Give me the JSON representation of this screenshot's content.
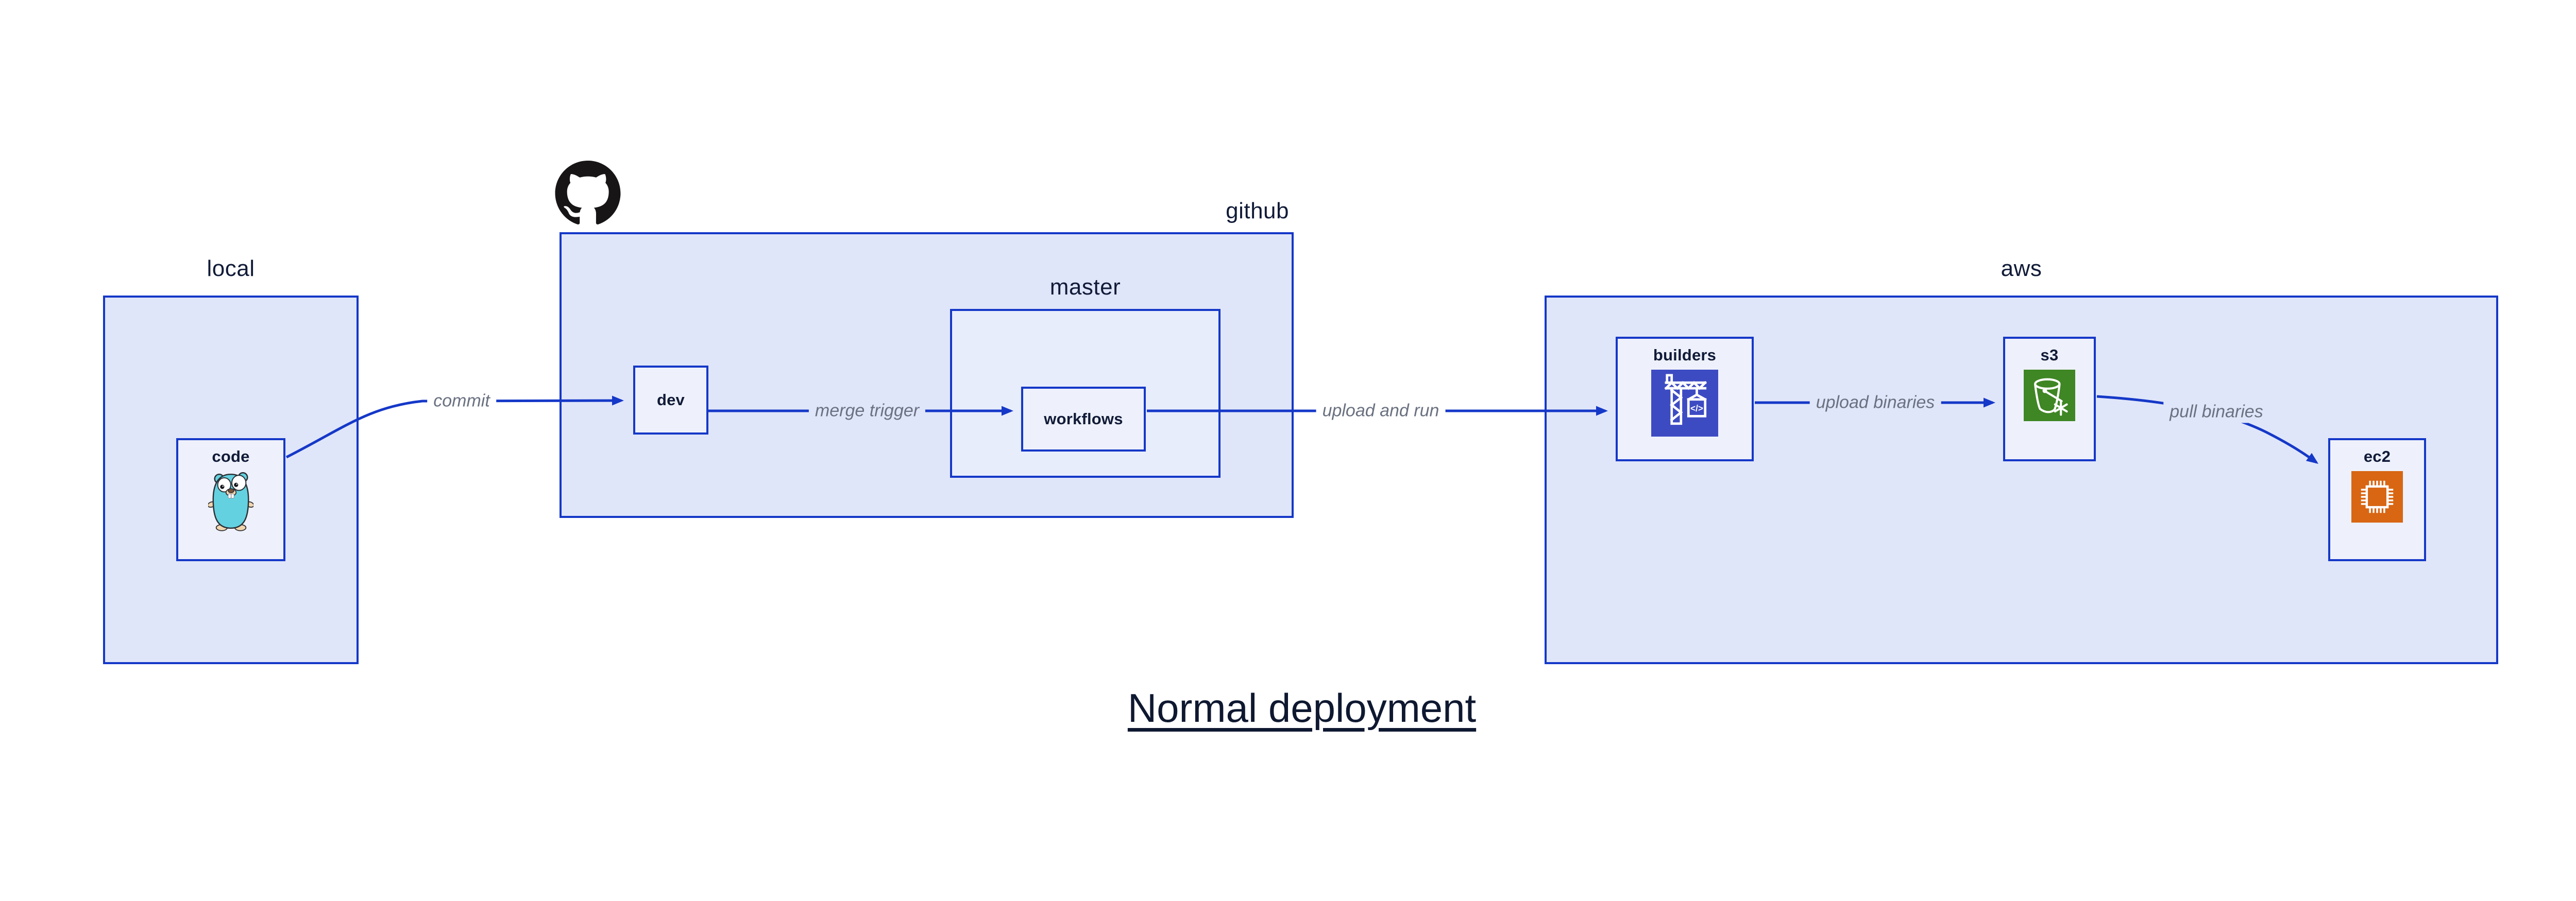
{
  "diagram": {
    "title": "Normal deployment",
    "containers": {
      "local": {
        "label": "local"
      },
      "github": {
        "label": "github",
        "logo_icon": "github-octocat-logo-icon"
      },
      "master": {
        "label": "master"
      },
      "aws": {
        "label": "aws"
      }
    },
    "nodes": {
      "code": {
        "label": "code",
        "icon": "go-gopher-icon"
      },
      "dev": {
        "label": "dev"
      },
      "workflows": {
        "label": "workflows"
      },
      "builders": {
        "label": "builders",
        "icon": "codebuild-crane-icon"
      },
      "s3": {
        "label": "s3",
        "icon": "s3-glacier-bucket-icon"
      },
      "ec2": {
        "label": "ec2",
        "icon": "ec2-chip-icon"
      }
    },
    "edges": [
      {
        "from": "code",
        "to": "dev",
        "label": "commit"
      },
      {
        "from": "dev",
        "to": "workflows",
        "label": "merge trigger"
      },
      {
        "from": "workflows",
        "to": "builders",
        "label": "upload and run"
      },
      {
        "from": "builders",
        "to": "s3",
        "label": "upload binaries"
      },
      {
        "from": "s3",
        "to": "ec2",
        "label": "pull binaries"
      }
    ],
    "colors": {
      "border_blue": "#1538c8",
      "edge_blue": "#1538c8",
      "container_fill": "#e0e6f9",
      "master_fill": "#e8edfc",
      "node_fill": "#eef1fb",
      "edge_label_gray": "#6a7180",
      "text_navy": "#111b38",
      "title_navy": "#0e1830",
      "codebuild_bg": "#3d4bc3",
      "s3_bg": "#3f8624",
      "ec2_bg": "#d86613",
      "github_black": "#171515",
      "gopher_teal": "#63d1e0",
      "page_bg": "#ffffff"
    }
  }
}
